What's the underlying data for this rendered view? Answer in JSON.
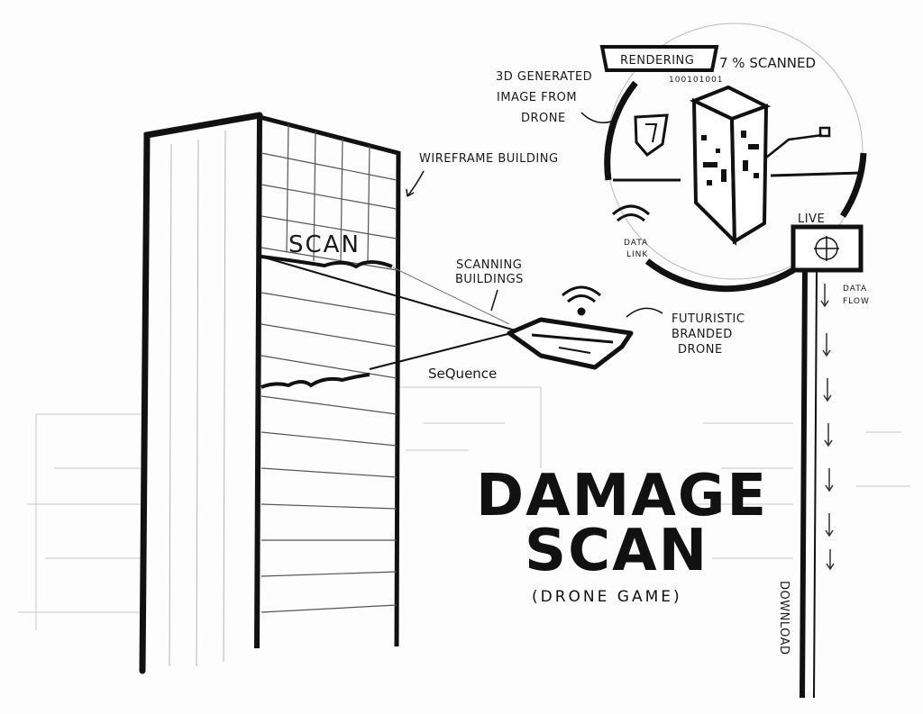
{
  "title": {
    "line1": "DAMAGE",
    "line2": "SCAN",
    "subtitle": "(DRONE GAME)"
  },
  "labels": {
    "building_scan": "SCAN",
    "wireframe": "WIREFRAME BUILDING",
    "scanning_1": "SCANNING",
    "scanning_2": "BUILDINGS",
    "sequence": "SeQuence",
    "drone_1": "FUTURISTIC",
    "drone_2": "BRANDED",
    "drone_3": "DRONE",
    "generated_1": "3D GENERATED",
    "generated_2": "IMAGE FROM",
    "generated_3": "DRONE",
    "rendering": "RENDERING",
    "binary": "100101001",
    "percent": "7 % SCANNED",
    "data_link_1": "DATA",
    "data_link_2": "LINK",
    "live": "LIVE",
    "data_flow_1": "DATA",
    "data_flow_2": "FLOW",
    "download": "DOWNLOAD"
  },
  "colors": {
    "ink": "#111111",
    "paper": "#fdfdfd",
    "sketch": "#9a9a9a"
  },
  "icons": [
    "wifi-signal-icon",
    "crosshair-icon",
    "shield-icon"
  ]
}
